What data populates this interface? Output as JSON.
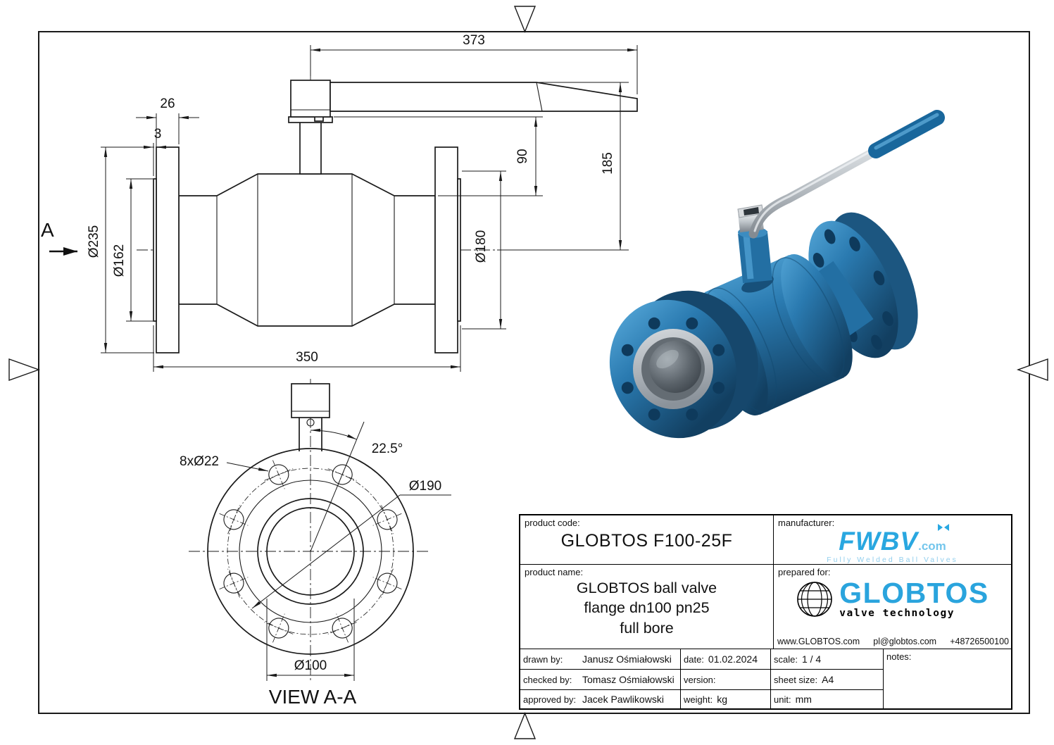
{
  "drawing": {
    "section_label": "A",
    "view_label": "VIEW A-A",
    "dims": {
      "handle_length": "373",
      "flange_thickness": "26",
      "raised_face_thickness": "3",
      "flange_diameter": "Ø235",
      "raised_face_diameter": "Ø162",
      "stem_height": "90",
      "handle_height": "185",
      "right_flange_diameter": "Ø180",
      "face_to_face": "350",
      "bolt_angle": "22.5°",
      "bolt_holes": "8xØ22",
      "bolt_circle_diameter": "Ø190",
      "bore_diameter": "Ø100"
    }
  },
  "title_block": {
    "product_code": {
      "label": "product code:",
      "value": "GLOBTOS F100-25F"
    },
    "manufacturer": {
      "label": "manufacturer:",
      "logo_name": "FWBV",
      "logo_suffix": ".com",
      "tagline": "Fully Welded Ball Valves"
    },
    "product_name": {
      "label": "product name:",
      "line1": "GLOBTOS ball valve",
      "line2": "flange dn100 pn25",
      "line3": "full bore"
    },
    "prepared_for": {
      "label": "prepared for:",
      "logo_name": "GLOBTOS",
      "tagline": "valve technology",
      "website": "www.GLOBTOS.com",
      "email": "pl@globtos.com",
      "phone": "+48726500100"
    },
    "drawn_by": {
      "label": "drawn by:",
      "value": "Janusz Ośmiałowski"
    },
    "checked_by": {
      "label": "checked by:",
      "value": "Tomasz Ośmiałowski"
    },
    "approved_by": {
      "label": "approved by:",
      "value": "Jacek Pawlikowski"
    },
    "date": {
      "label": "date:",
      "value": "01.02.2024"
    },
    "version": {
      "label": "version:",
      "value": ""
    },
    "weight": {
      "label": "weight:",
      "value": "kg"
    },
    "scale": {
      "label": "scale:",
      "value": "1 / 4"
    },
    "sheet_size": {
      "label": "sheet size:",
      "value": "A4"
    },
    "unit": {
      "label": "unit:",
      "value": "mm"
    },
    "notes": {
      "label": "notes:"
    }
  },
  "colors": {
    "valve_blue": "#2a7ab0",
    "logo_blue": "#29a8e2",
    "line": "#1a1a1a"
  }
}
